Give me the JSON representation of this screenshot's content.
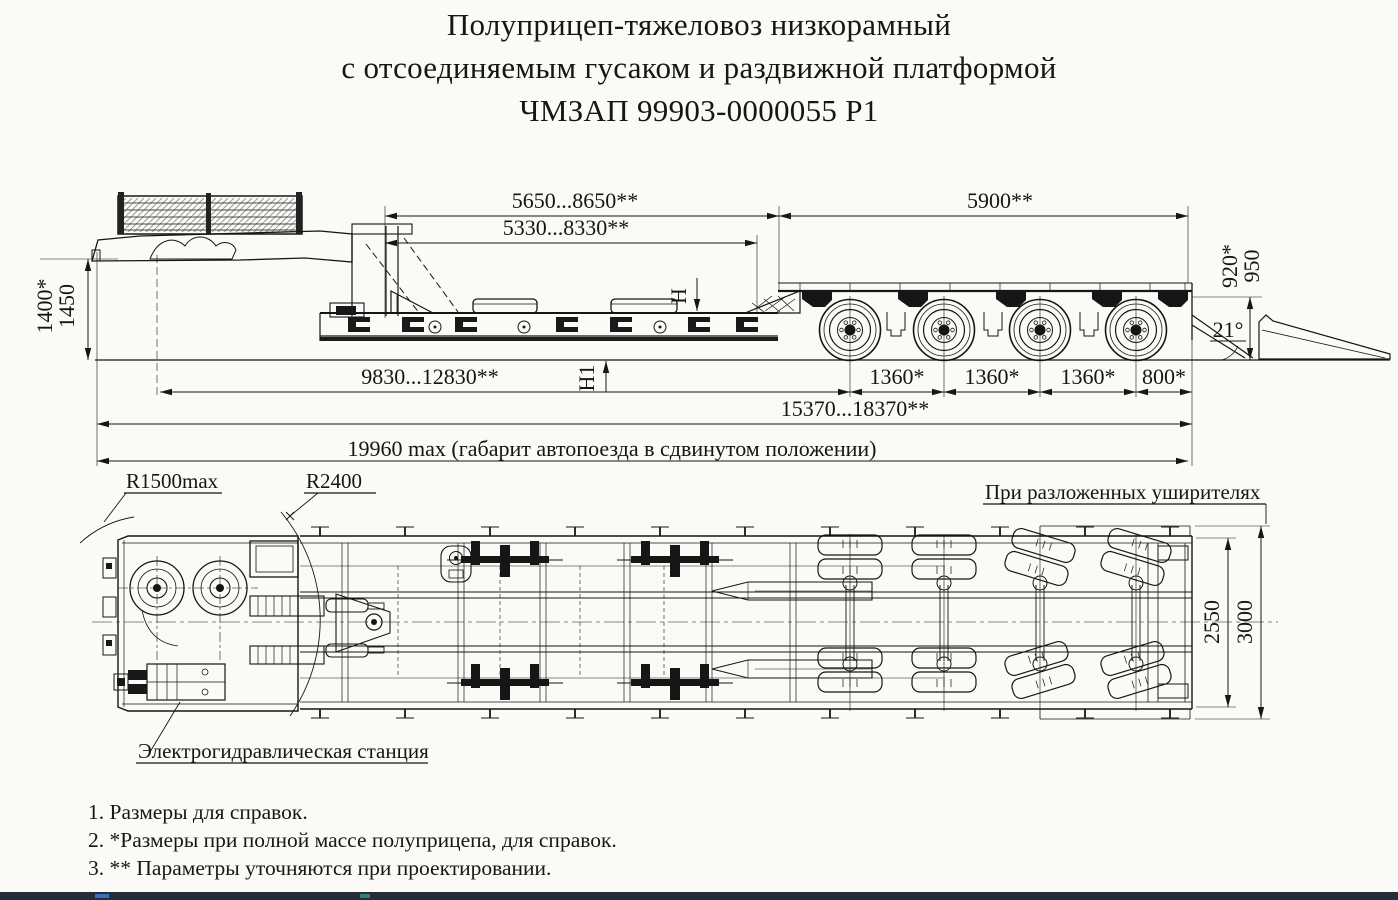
{
  "title": {
    "line1": "Полуприцеп-тяжеловоз низкорамный",
    "line2": "с отсоединяемым гусаком и раздвижной платформой",
    "line3": "ЧМЗАП 99903-0000055 Р1"
  },
  "side_view": {
    "dim_span_upper": "5650...8650**",
    "dim_span_lower": "5330...8330**",
    "dim_rear_section": "5900**",
    "height_front_ref": "1400*",
    "height_front": "1450",
    "height_rear_ref": "920*",
    "height_rear": "950",
    "ramp_angle": "21°",
    "deck_height_label": "H",
    "deck_height1_label": "H1",
    "dim_kingpin_to_axle": "9830...12830**",
    "axle_spacing": [
      "1360*",
      "1360*",
      "1360*",
      "800*"
    ],
    "dim_overall": "15370...18370**",
    "dim_roadtrain": "19960 max (габарит автопоезда в сдвинутом положении)"
  },
  "plan_view": {
    "radius_inner": "R1500max",
    "radius_outer": "R2400",
    "wideners_label": "При разложенных уширителях",
    "station_label": "Электрогидравлическая станция",
    "width_platform": "2550",
    "width_overall": "3000"
  },
  "notes": [
    "1. Размеры для справок.",
    "2. *Размеры при полной массе полуприцепа, для справок.",
    "3. ** Параметры уточняются при проектировании."
  ],
  "colors": {
    "background": "#fbfaf7",
    "line": "#161616",
    "footer_strip": "#262c38"
  }
}
